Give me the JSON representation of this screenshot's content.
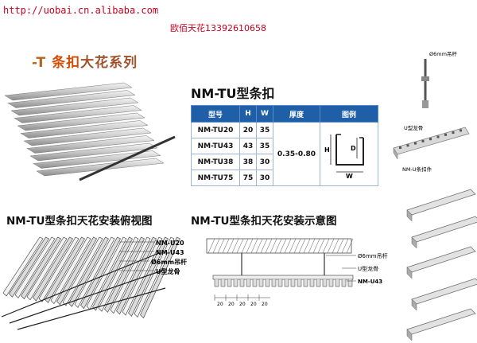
{
  "header": {
    "url": "http://uobai.cn.alibaba.com",
    "contact": "欧佰天花13392610658"
  },
  "series": {
    "dash": "-T",
    "highlight": "条扣",
    "rest": "大花系列"
  },
  "product_title": "NM-TU型条扣",
  "spec_table": {
    "headers": [
      "型号",
      "H",
      "W",
      "厚度",
      "图例"
    ],
    "rows": [
      {
        "model": "NM-TU20",
        "h": "20",
        "w": "35"
      },
      {
        "model": "NM-TU43",
        "h": "43",
        "w": "35"
      },
      {
        "model": "NM-TU38",
        "h": "38",
        "w": "30"
      },
      {
        "model": "NM-TU75",
        "h": "75",
        "w": "30"
      }
    ],
    "thickness": "0.35-0.80",
    "diagram_labels": {
      "h": "H",
      "d": "D",
      "w": "W"
    }
  },
  "sections": {
    "top_view": "NM-TU型条扣天花安装俯视图",
    "schematic": "NM-TU型条扣天花安装示意图"
  },
  "top_view_labels": {
    "u20": "NM-U20",
    "u43": "NM-U43",
    "rod": "Ø6mm吊杆",
    "u_keel": "U型龙骨"
  },
  "schematic_labels": {
    "rod": "Ø6mm吊杆",
    "u_keel": "U型龙骨",
    "u43": "NM-U43",
    "dims": [
      "20",
      "20",
      "20",
      "20",
      "20"
    ]
  },
  "right_labels": {
    "rod": "Ø6mm吊杆",
    "u_keel": "U型龙骨",
    "strip_keel": "NM-U条扣件"
  }
}
